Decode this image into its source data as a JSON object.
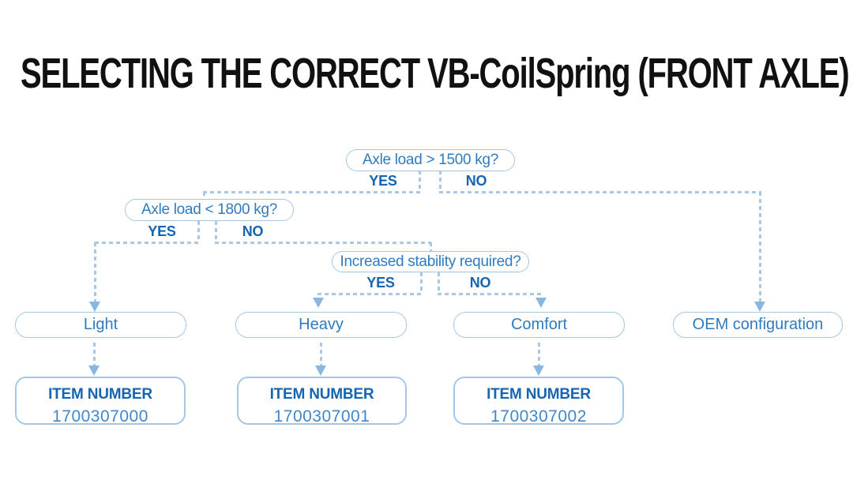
{
  "title": "SELECTING THE CORRECT VB-CoilSpring (FRONT AXLE)",
  "colors": {
    "box_border": "#a5c7e6",
    "dashed_line": "#a8c8e6",
    "arrowhead": "#8ab7df",
    "box_text": "#2f7bc1",
    "bold_label": "#1565b0",
    "item_number": "#3f87ca",
    "title": "#111111"
  },
  "decisions": [
    {
      "label": "Axle load > 1500 kg?",
      "yes_label": "YES",
      "no_label": "NO"
    },
    {
      "label": "Axle load < 1800 kg?",
      "yes_label": "YES",
      "no_label": "NO"
    },
    {
      "label": "Increased stability required?",
      "yes_label": "YES",
      "no_label": "NO"
    }
  ],
  "results": [
    {
      "label": "Light"
    },
    {
      "label": "Heavy"
    },
    {
      "label": "Comfort"
    },
    {
      "label": "OEM configuration"
    }
  ],
  "items": [
    {
      "header": "ITEM NUMBER",
      "number": "1700307000"
    },
    {
      "header": "ITEM NUMBER",
      "number": "1700307001"
    },
    {
      "header": "ITEM NUMBER",
      "number": "1700307002"
    }
  ]
}
